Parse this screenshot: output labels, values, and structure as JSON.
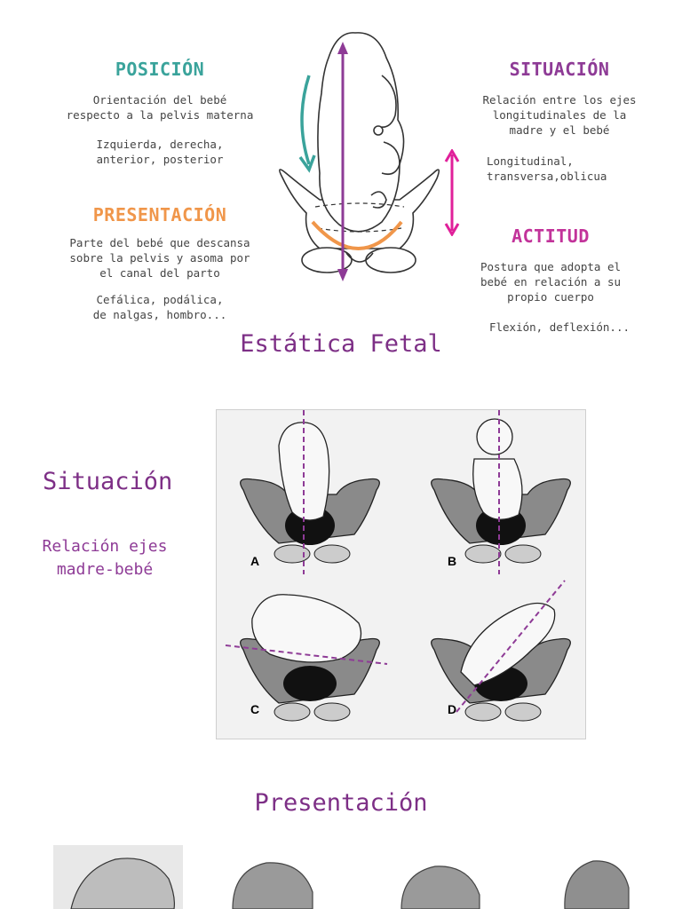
{
  "posicion": {
    "title": "POSICIÓN",
    "desc": "Orientación del bebé\nrespecto a la pelvis materna",
    "values": "Izquierda, derecha,\nanterior, posterior"
  },
  "presentacion_box": {
    "title": "PRESENTACIÓN",
    "desc": "Parte del bebé que descansa\nsobre la pelvis y asoma por\nel canal del parto",
    "values": "Cefálica, podálica,\nde nalgas, hombro..."
  },
  "situacion_box": {
    "title": "SITUACIÓN",
    "desc": "Relación entre los ejes\nlongitudinales de la\nmadre y el bebé",
    "values": "Longitudinal,\ntransversa,oblicua"
  },
  "actitud": {
    "title": "ACTITUD",
    "desc": "Postura que adopta el\nbebé en relación a su\npropio cuerpo",
    "values": "Flexión, deflexión..."
  },
  "main_title": "Estática Fetal",
  "situacion_section": {
    "title": "Situación",
    "subtitle": "Relación ejes\nmadre-bebé",
    "panel_labels": [
      "A",
      "B",
      "C",
      "D"
    ]
  },
  "presentacion_section": {
    "title": "Presentación"
  },
  "colors": {
    "teal": "#3aa39b",
    "purple": "#8e3b96",
    "orange": "#f0964a",
    "pink": "#e0209a"
  }
}
